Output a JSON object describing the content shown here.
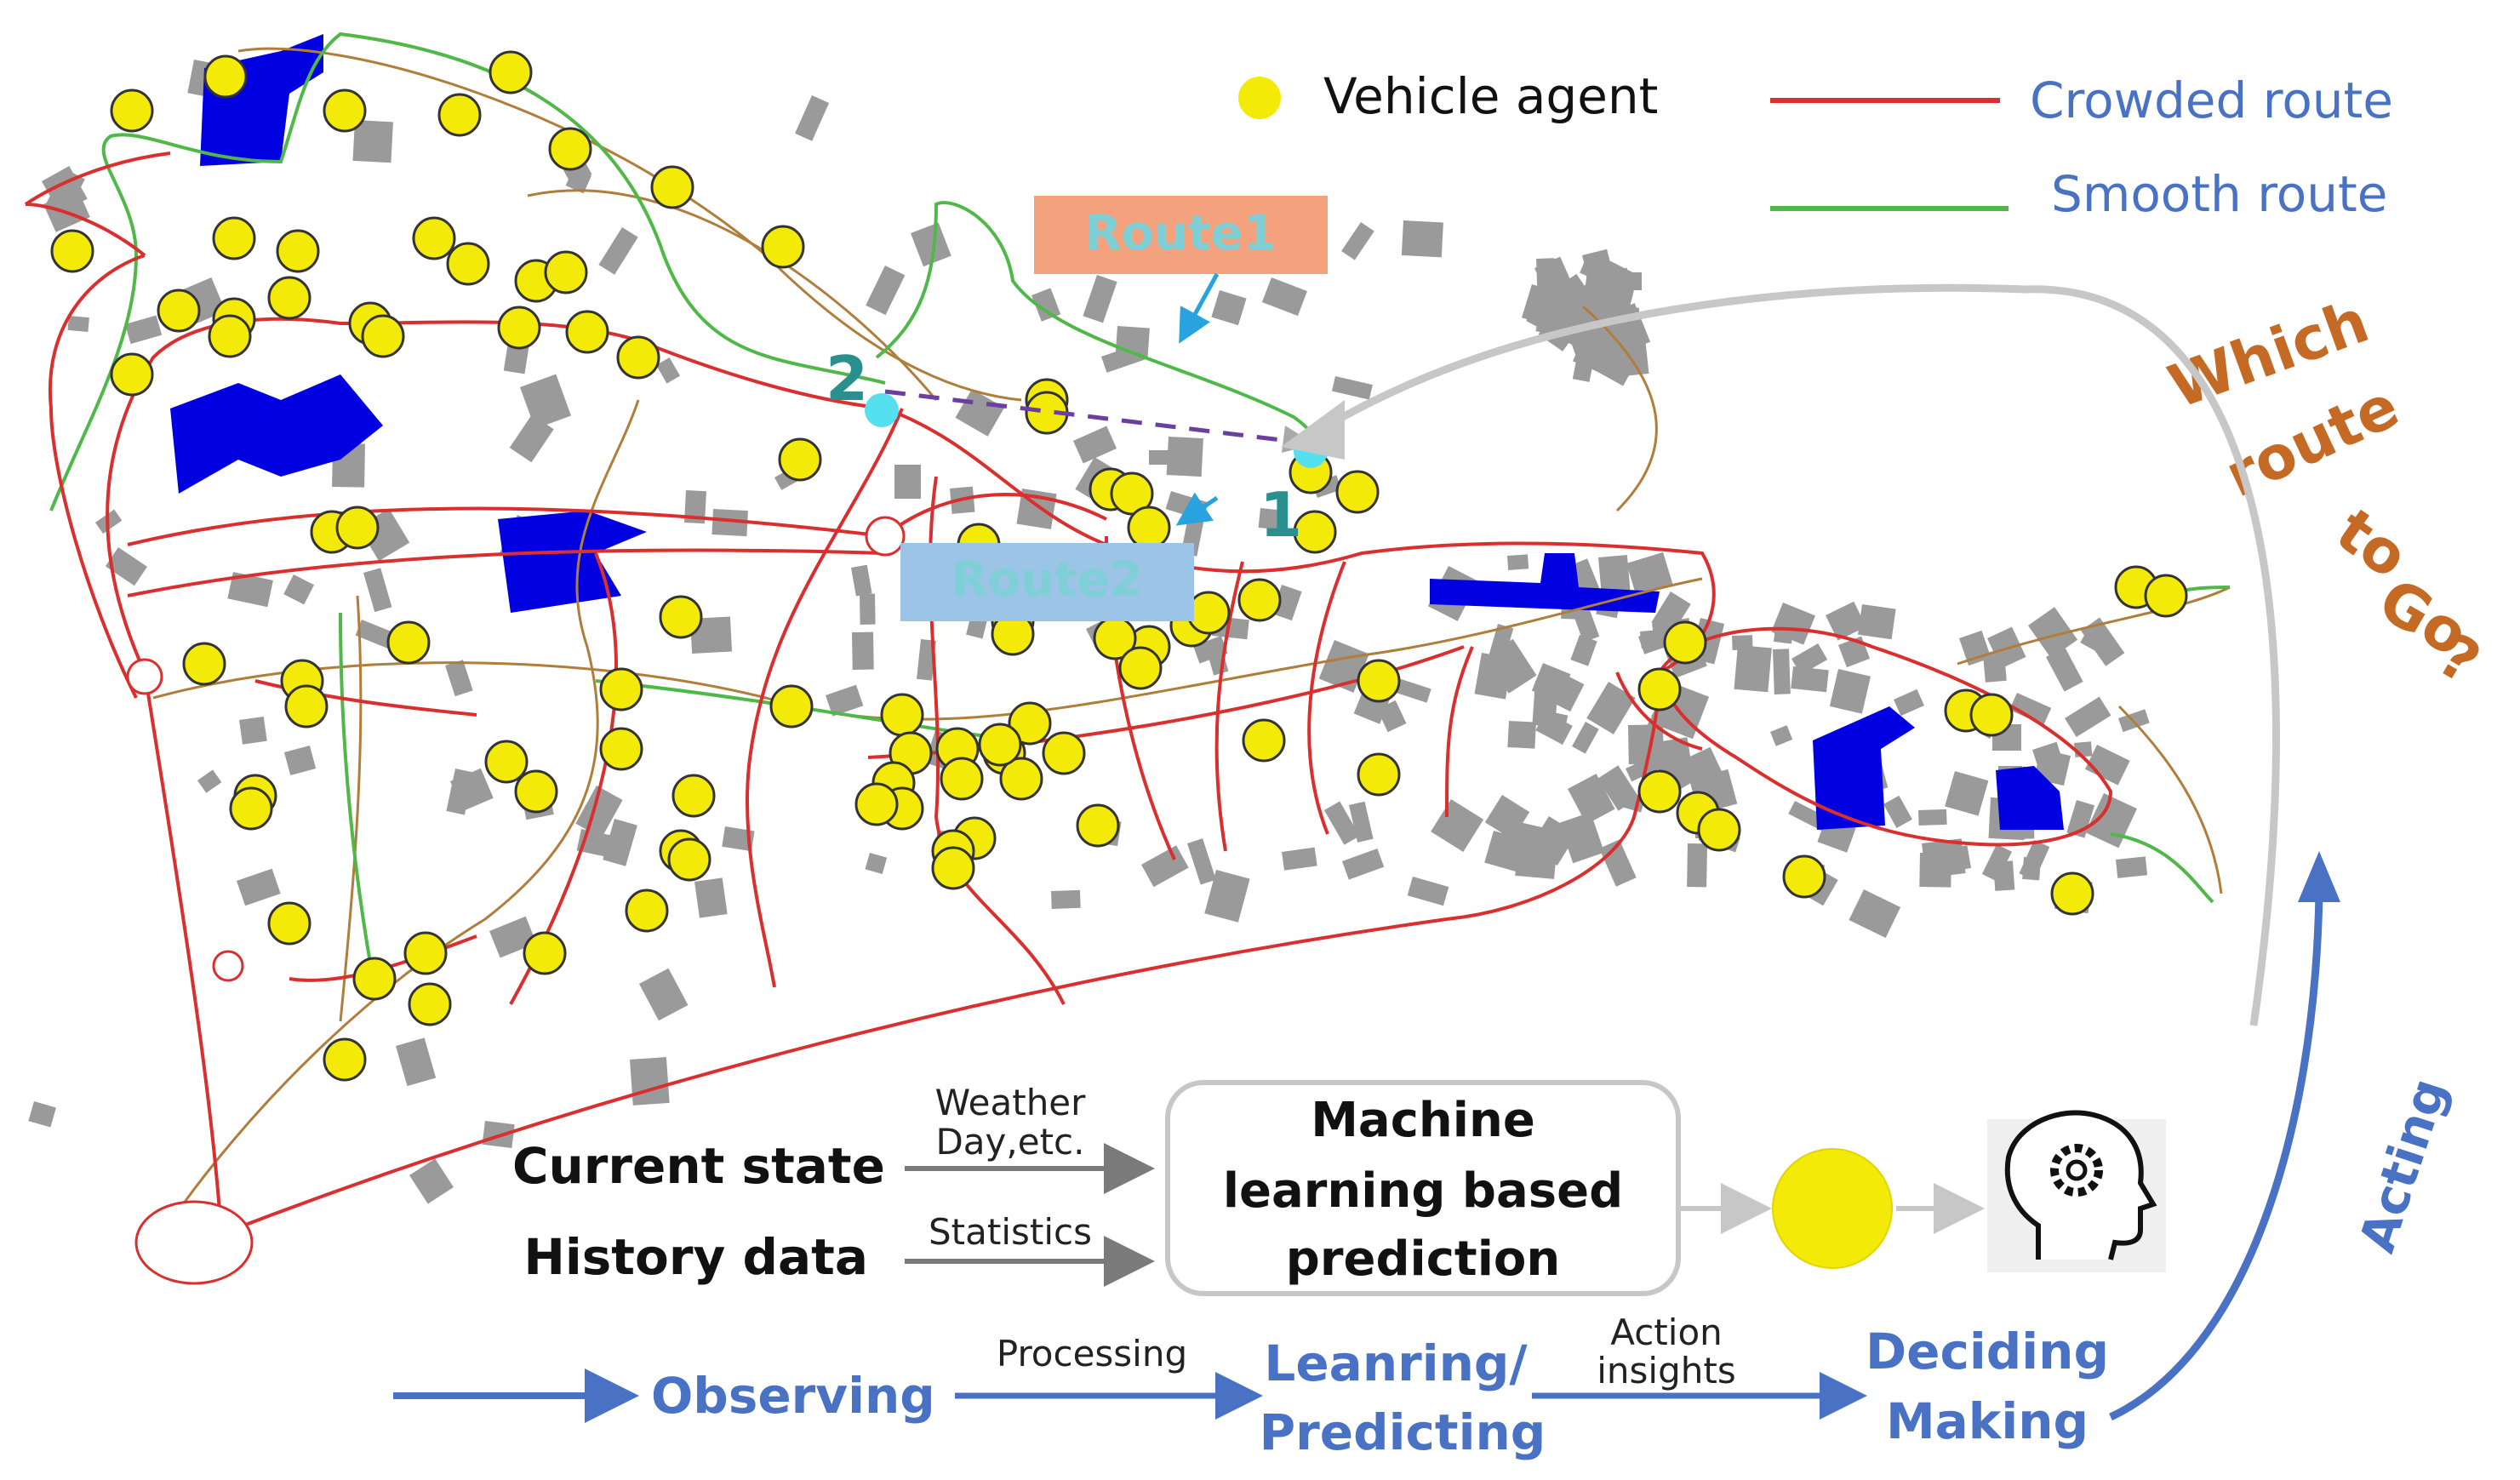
{
  "legend": {
    "vehicle_agent": "Vehicle agent",
    "crowded_route": "Crowded route",
    "smooth_route": "Smooth route"
  },
  "map_labels": {
    "route1": "Route1",
    "route2": "Route2",
    "node1": "1",
    "node2": "2"
  },
  "question": {
    "line1": "Which",
    "line2": "route",
    "line3": "to",
    "line4": "Go",
    "line5": "?"
  },
  "ml": {
    "current_state": "Current state",
    "history_data": "History data",
    "weather_line1": "Weather",
    "weather_line2": "Day,etc.",
    "statistics": "Statistics",
    "box_line1": "Machine",
    "box_line2": "learning based",
    "box_line3": "prediction"
  },
  "pipeline": {
    "observing": "Observing",
    "processing": "Processing",
    "learning_line1": "Leanring/",
    "learning_line2": "Predicting",
    "action_line1": "Action",
    "action_line2": "insights",
    "deciding_line1": "Deciding",
    "deciding_line2": "Making",
    "acting": "Acting"
  },
  "colors": {
    "crowded": "#d92f2f",
    "smooth": "#4fb848",
    "minor_road": "#b07d3a",
    "building_gray": "#999999",
    "building_blue": "#0000e0",
    "vehicle": "#f3ea07",
    "pipeline_blue": "#4a72c4",
    "question_orange": "#c56a24",
    "route_label": "#7ecfd6"
  }
}
